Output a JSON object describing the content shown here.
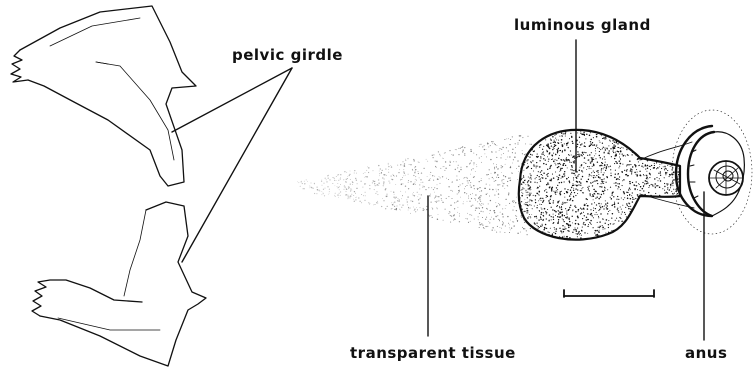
{
  "figure": {
    "labels": {
      "pelvic_girdle": "pelvic girdle",
      "luminous_gland": "luminous gland",
      "transparent_tissue": "transparent tissue",
      "anus": "anus"
    },
    "has_scale_bar": true
  },
  "colors": {
    "ink": "#111111",
    "background": "#ffffff"
  }
}
